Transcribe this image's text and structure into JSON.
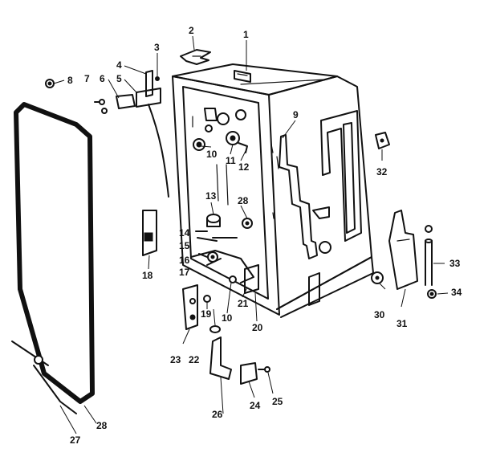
{
  "callouts": [
    {
      "id": "c1",
      "text": "1"
    },
    {
      "id": "c2",
      "text": "2"
    },
    {
      "id": "c3",
      "text": "3"
    },
    {
      "id": "c4",
      "text": "4"
    },
    {
      "id": "c5",
      "text": "5"
    },
    {
      "id": "c6",
      "text": "6"
    },
    {
      "id": "c7",
      "text": "7"
    },
    {
      "id": "c8",
      "text": "8"
    },
    {
      "id": "c9",
      "text": "9"
    },
    {
      "id": "c10a",
      "text": "10"
    },
    {
      "id": "c11",
      "text": "11"
    },
    {
      "id": "c12",
      "text": "12"
    },
    {
      "id": "c13",
      "text": "13"
    },
    {
      "id": "c14",
      "text": "14"
    },
    {
      "id": "c15",
      "text": "15"
    },
    {
      "id": "c16",
      "text": "16"
    },
    {
      "id": "c17",
      "text": "17"
    },
    {
      "id": "c18",
      "text": "18"
    },
    {
      "id": "c19",
      "text": "19"
    },
    {
      "id": "c10b",
      "text": "10"
    },
    {
      "id": "c20",
      "text": "20"
    },
    {
      "id": "c21",
      "text": "21"
    },
    {
      "id": "c22",
      "text": "22"
    },
    {
      "id": "c23",
      "text": "23"
    },
    {
      "id": "c24",
      "text": "24"
    },
    {
      "id": "c25",
      "text": "25"
    },
    {
      "id": "c26",
      "text": "26"
    },
    {
      "id": "c27",
      "text": "27"
    },
    {
      "id": "c28a",
      "text": "28"
    },
    {
      "id": "c28b",
      "text": "28"
    },
    {
      "id": "c30",
      "text": "30"
    },
    {
      "id": "c31",
      "text": "31"
    },
    {
      "id": "c32",
      "text": "32"
    },
    {
      "id": "c33",
      "text": "33"
    },
    {
      "id": "c34",
      "text": "34"
    }
  ]
}
